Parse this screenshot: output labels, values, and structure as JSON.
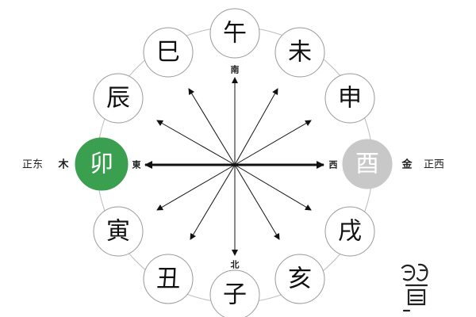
{
  "branches": {
    "wu": "午",
    "wei": "未",
    "shen": "申",
    "you": "酉",
    "xu": "戌",
    "hai": "亥",
    "zi": "子",
    "chou": "丑",
    "yin": "寅",
    "mao": "卯",
    "chen": "辰",
    "si": "巳"
  },
  "directions": {
    "south": "南",
    "north": "北",
    "east": "東",
    "west": "西"
  },
  "sides": {
    "due_east": "正东",
    "due_west": "正西"
  },
  "elements": {
    "wood": "木",
    "metal": "金"
  },
  "colors": {
    "mao_fill": "#3aa050",
    "you_fill": "#c8c8c8",
    "ring_stroke": "#bbbbbb",
    "arrow": "#111111"
  },
  "icons": {
    "seal": "seal-icon"
  }
}
